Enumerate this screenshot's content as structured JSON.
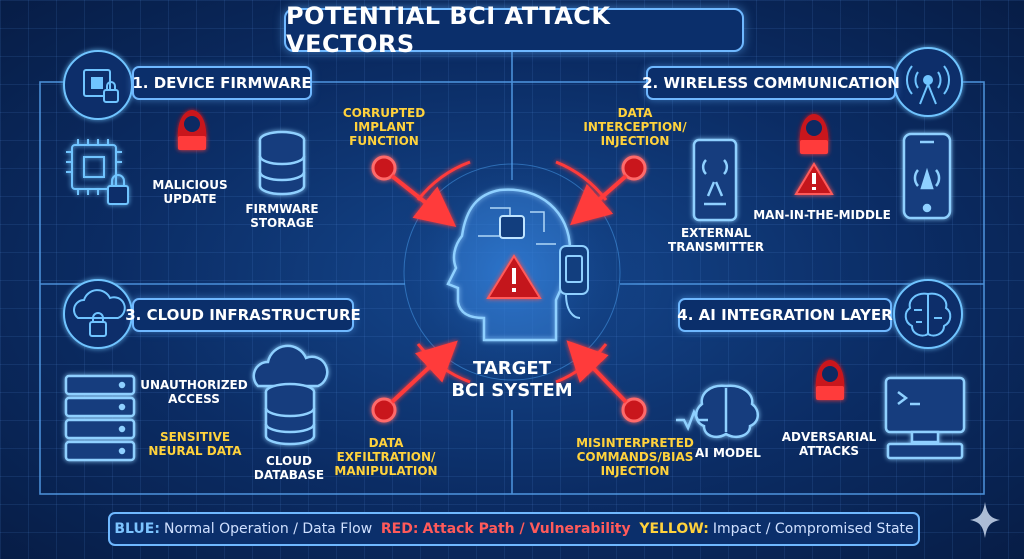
{
  "title": "POTENTIAL BCI ATTACK VECTORS",
  "sections": {
    "firmware": "1. DEVICE FIRMWARE",
    "wireless": "2. WIRELESS COMMUNICATION",
    "cloud": "3. CLOUD INFRASTRUCTURE",
    "ai": "4. AI INTEGRATION LAYER"
  },
  "labels": {
    "malicious_update": "MALICIOUS\nUPDATE",
    "firmware_storage": "FIRMWARE\nSTORAGE",
    "corrupted_implant": "CORRUPTED\nIMPLANT\nFUNCTION",
    "data_interception": "DATA\nINTERCEPTION/\nINJECTION",
    "external_transmitter": "EXTERNAL\nTRANSMITTER",
    "man_in_the_middle": "MAN-IN-THE-MIDDLE",
    "unauthorized_access": "UNAUTHORIZED\nACCESS",
    "sensitive_neural_data": "SENSITIVE\nNEURAL DATA",
    "cloud_database": "CLOUD\nDATABASE",
    "data_exfiltration": "DATA\nEXFILTRATION/\nMANIPULATION",
    "misinterpreted": "MISINTERPRETED\nCOMMANDS/BIAS\nINJECTION",
    "ai_model": "AI MODEL",
    "adversarial_attacks": "ADVERSARIAL\nATTACKS",
    "target": "TARGET\nBCI SYSTEM"
  },
  "legend": {
    "blue_key": "BLUE:",
    "blue_text": "Normal Operation / Data Flow",
    "red_key": "RED:",
    "red_text": "Attack Path / Vulnerability",
    "yellow_key": "YELLOW:",
    "yellow_text": "Impact / Compromised State"
  },
  "colors": {
    "background": "#0b2c64",
    "blue": "#6fb8ff",
    "red": "#ff3b3b",
    "yellow": "#ffd23c"
  },
  "icons": [
    "chip-lock-icon",
    "hacker-icon",
    "database-icon",
    "antenna-icon",
    "phone-icon",
    "transmitter-icon",
    "warning-icon",
    "cloud-lock-icon",
    "server-icon",
    "cloud-database-icon",
    "brain-icon",
    "computer-icon",
    "head-profile-icon",
    "sparkle-icon"
  ]
}
